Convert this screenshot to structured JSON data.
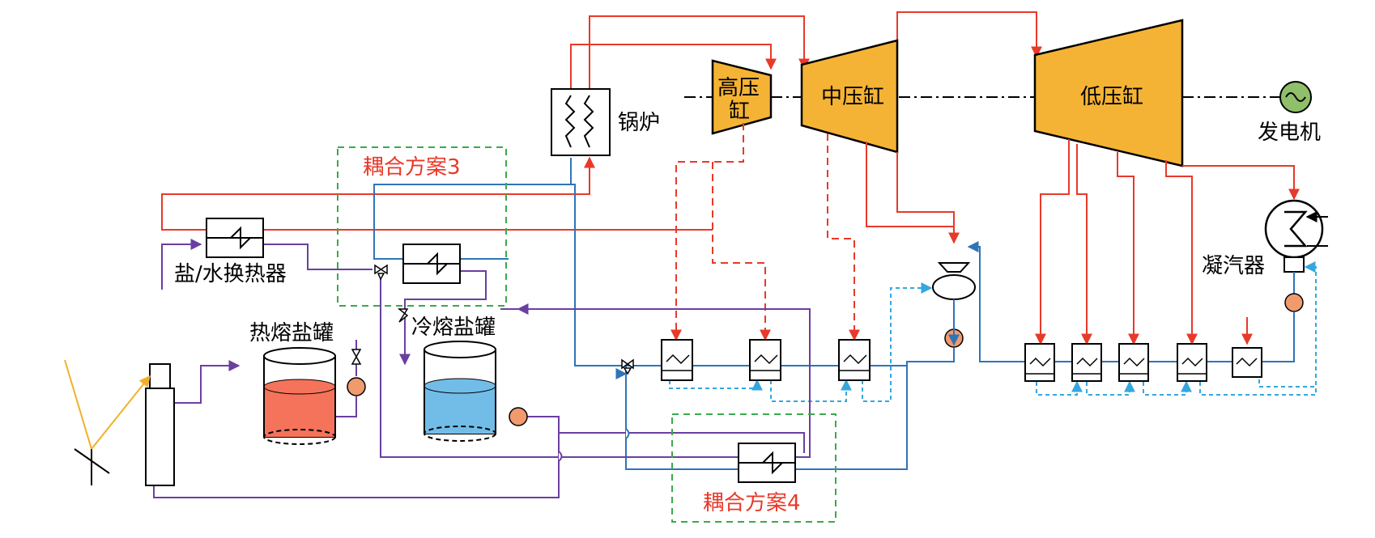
{
  "labels": {
    "boiler": "锅炉",
    "hp_cylinder_line1": "高压",
    "hp_cylinder_line2": "缸",
    "ip_cylinder": "中压缸",
    "lp_cylinder": "低压缸",
    "generator": "发电机",
    "condenser": "凝汽器",
    "salt_water_hx": "盐/水换热器",
    "hot_salt_tank": "热熔盐罐",
    "cold_salt_tank": "冷熔盐罐",
    "scheme3": "耦合方案3",
    "scheme4": "耦合方案4"
  },
  "colors": {
    "steam": "#e8392a",
    "water": "#2f74b7",
    "water_dashed": "#35a7df",
    "molten_salt": "#6b3fa0",
    "solar": "#f0b12a",
    "turbine_fill": "#f5b335",
    "hot_salt_fill": "#f4735a",
    "cold_salt_fill": "#72bde8",
    "scheme_frame": "#3aaa4a",
    "scheme_text": "#e8392a",
    "generator_fill": "#8fbf6a",
    "pump_fill": "#f19a6e"
  },
  "icons": [
    "heliostat-icon",
    "receiver-tower-icon",
    "valve-icon",
    "pump-icon",
    "heat-exchanger-icon",
    "generator-icon",
    "condenser-icon"
  ]
}
